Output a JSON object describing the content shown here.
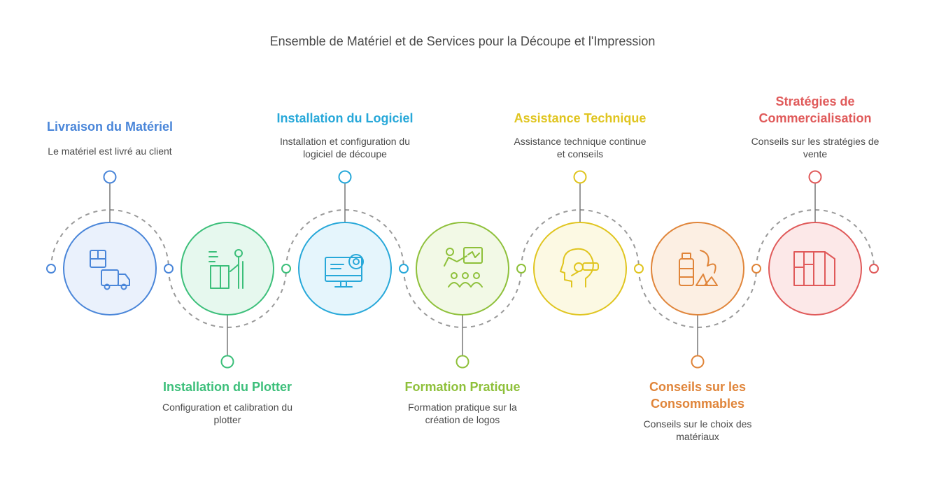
{
  "title": "Ensemble de Matériel et de Services pour la Découpe et l'Impression",
  "steps": [
    {
      "title_lines": [
        "Livraison du Matériel"
      ],
      "desc_lines": [
        "Le matériel est livré au client"
      ],
      "color": "#4a86d9",
      "fill": "#eaf1fc",
      "icon": "delivery-truck-icon",
      "label_position": "top"
    },
    {
      "title_lines": [
        "Installation du Plotter"
      ],
      "desc_lines": [
        "Configuration et calibration du",
        "plotter"
      ],
      "color": "#3cbf7a",
      "fill": "#e6f8ee",
      "icon": "workstation-icon",
      "label_position": "bottom"
    },
    {
      "title_lines": [
        "Installation du Logiciel"
      ],
      "desc_lines": [
        "Installation et configuration du",
        "logiciel de découpe"
      ],
      "color": "#27a8d9",
      "fill": "#e5f5fc",
      "icon": "computer-gear-icon",
      "label_position": "top"
    },
    {
      "title_lines": [
        "Formation Pratique"
      ],
      "desc_lines": [
        "Formation pratique sur la",
        "création de logos"
      ],
      "color": "#8ec03a",
      "fill": "#f2f9e6",
      "icon": "presentation-icon",
      "label_position": "bottom"
    },
    {
      "title_lines": [
        "Assistance Technique"
      ],
      "desc_lines": [
        "Assistance technique continue",
        "et conseils"
      ],
      "color": "#e0c520",
      "fill": "#fcf9e3",
      "icon": "headset-icon",
      "label_position": "top"
    },
    {
      "title_lines": [
        "Conseils sur les",
        "Consommables"
      ],
      "desc_lines": [
        "Conseils sur le choix des",
        "matériaux"
      ],
      "color": "#e0853a",
      "fill": "#fcefe3",
      "icon": "materials-icon",
      "label_position": "bottom"
    },
    {
      "title_lines": [
        "Stratégies de",
        "Commercialisation"
      ],
      "desc_lines": [
        "Conseils sur les stratégies de",
        "vente"
      ],
      "color": "#e05a5a",
      "fill": "#fce8e8",
      "icon": "strategy-icon",
      "label_position": "top"
    }
  ]
}
